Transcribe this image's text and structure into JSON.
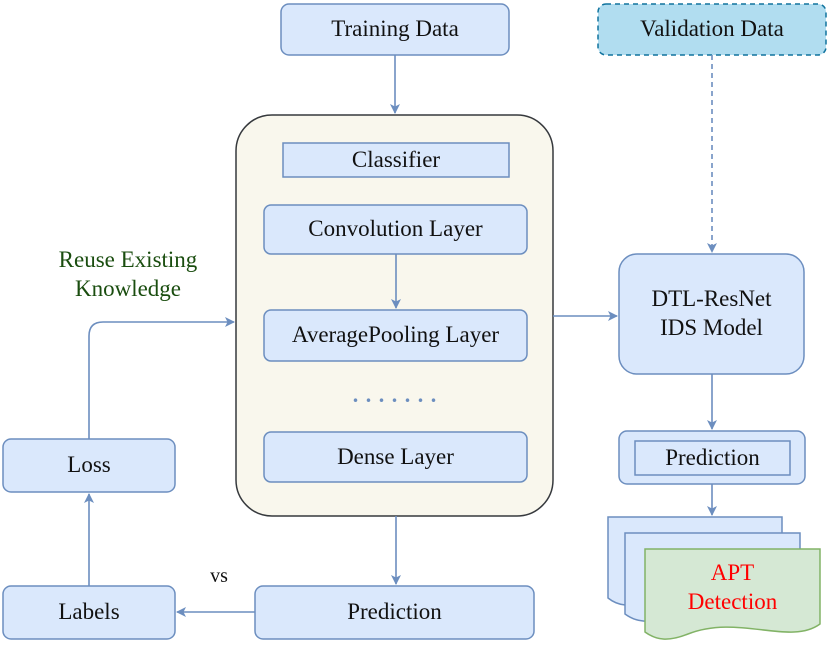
{
  "nodes": {
    "training_data": "Training Data",
    "validation_data": "Validation Data",
    "classifier": "Classifier",
    "convolution_layer": "Convolution Layer",
    "average_pooling_layer": "AveragePooling Layer",
    "ellipsis": ". . . . . . .",
    "dense_layer": "Dense Layer",
    "prediction_main": "Prediction",
    "labels": "Labels",
    "loss": "Loss",
    "model_line1": "DTL-ResNet",
    "model_line2": "IDS Model",
    "prediction_right": "Prediction",
    "apt_line1": "APT",
    "apt_line2": "Detection"
  },
  "annotations": {
    "reuse_line1": "Reuse Existing",
    "reuse_line2": "Knowledge",
    "vs": "vs"
  },
  "colors": {
    "box_fill": "#dae8fc",
    "box_stroke": "#6c8ebf",
    "validation_fill": "#b1ddf0",
    "validation_stroke": "#10739e",
    "container_fill": "#f9f7ed",
    "container_stroke": "#36393d",
    "doc_fill": "#d5e8d4",
    "doc_stroke": "#82b366",
    "arrow": "#6c8ebf",
    "reuse_text": "#1a4d0f",
    "apt_text": "#ff0000"
  }
}
